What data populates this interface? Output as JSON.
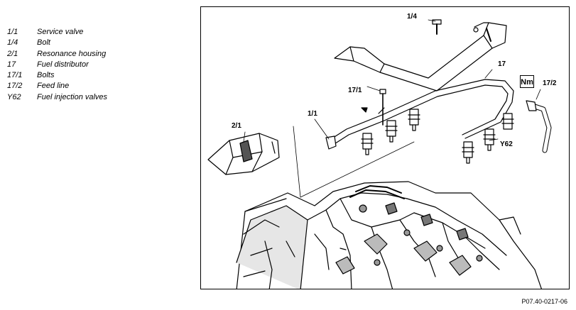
{
  "legend": [
    {
      "code": "1/1",
      "desc": "Service valve"
    },
    {
      "code": "1/4",
      "desc": "Bolt"
    },
    {
      "code": "2/1",
      "desc": "Resonance housing"
    },
    {
      "code": "17",
      "desc": "Fuel distributor"
    },
    {
      "code": "17/1",
      "desc": "Bolts"
    },
    {
      "code": "17/2",
      "desc": "Feed line"
    },
    {
      "code": "Y62",
      "desc": "Fuel injection valves"
    }
  ],
  "callouts": {
    "c1_4": "1/4",
    "c17": "17",
    "c17_2": "17/2",
    "c17_1": "17/1",
    "c1_1": "1/1",
    "c2_1": "2/1",
    "cY62": "Y62",
    "nm": "Nm"
  },
  "reference": "P07.40-0217-06"
}
